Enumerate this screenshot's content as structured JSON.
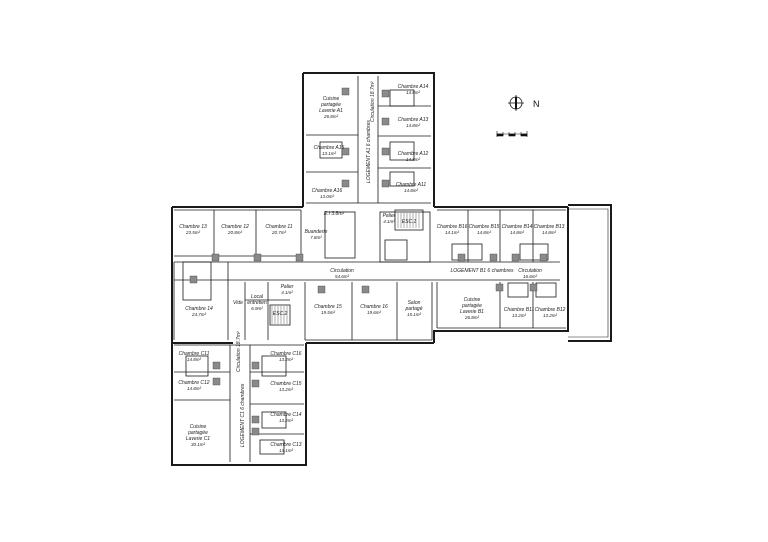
{
  "compass": {
    "label": "N"
  },
  "rooms": {
    "cuisine_a1": {
      "name_1": "Cuisine",
      "name_2": "partagée",
      "name_3": "Laverie A1",
      "area": "26.8m²"
    },
    "circ_a": {
      "name": "Circulation",
      "area": "18.7m²"
    },
    "logement_a1": {
      "name": "LOGEMENT A1 6 chambres"
    },
    "a14": {
      "name": "Chambre A14",
      "area": "14.8m²"
    },
    "a13": {
      "name": "Chambre A13",
      "area": "14.8m²"
    },
    "a15": {
      "name": "Chambre A15",
      "area": "13.1m²"
    },
    "a12": {
      "name": "Chambre A12",
      "area": "14.8m²"
    },
    "a16": {
      "name": "Chambre A16",
      "area": "13.0m²"
    },
    "a11": {
      "name": "Chambre A11",
      "area": "14.8m²"
    },
    "c13": {
      "name": "Chambre 13",
      "area": "23.5m²"
    },
    "c12": {
      "name": "Chambre 12",
      "area": "20.8m²"
    },
    "c11": {
      "name": "Chambre 11",
      "area": "20.7m²"
    },
    "buanderie": {
      "name": "Buanderie",
      "area": "7.8m²"
    },
    "el": {
      "name": "E.I",
      "area": "3.8m²"
    },
    "palier_n": {
      "name": "Palier",
      "area": "4.1m²"
    },
    "esc": {
      "name": "ESC.1"
    },
    "circ_main": {
      "name": "Circulation",
      "area": "54.6m²"
    },
    "palier_s": {
      "name": "Palier",
      "area": "4.1m²"
    },
    "local": {
      "name_1": "Local",
      "name_2": "entretien",
      "area": "6.9m²"
    },
    "esc2": {
      "name": "ESC.2"
    },
    "vide": {
      "name": "Vide"
    },
    "c14": {
      "name": "Chambre 14",
      "area": "24.7m²"
    },
    "c15": {
      "name": "Chambre 15",
      "area": "19.5m²"
    },
    "c16": {
      "name": "Chambre 16",
      "area": "19.6m²"
    },
    "salon": {
      "name_1": "Salon",
      "name_2": "partagé",
      "area": "15.1m²"
    },
    "b16": {
      "name": "Chambre B16",
      "area": "14.1m²"
    },
    "b15": {
      "name": "Chambre B15",
      "area": "14.8m²"
    },
    "b14": {
      "name": "Chambre B14",
      "area": "14.8m²"
    },
    "b13": {
      "name": "Chambre B13",
      "area": "14.8m²"
    },
    "logement_b1": {
      "name": "LOGEMENT B1 6 chambres"
    },
    "circ_b": {
      "name": "Circulation",
      "area": "16.6m²"
    },
    "cuisine_b1": {
      "name_1": "Cuisine",
      "name_2": "partagée",
      "name_3": "Laverie B1",
      "area": "26.8m²"
    },
    "b11": {
      "name": "Chambre B11",
      "area": "13.2m²"
    },
    "b12": {
      "name": "Chambre B12",
      "area": "13.2m²"
    },
    "c_c11": {
      "name": "Chambre C11",
      "area": "14.8m²"
    },
    "c_c12": {
      "name": "Chambre C12",
      "area": "14.8m²"
    },
    "c_c16": {
      "name": "Chambre C16",
      "area": "13.2m²"
    },
    "c_c15": {
      "name": "Chambre C15",
      "area": "13.2m²"
    },
    "circ_c": {
      "name": "Circulation",
      "area": "18.7m²"
    },
    "logement_c1": {
      "name": "LOGEMENT C1 6 chambres"
    },
    "cuisine_c1": {
      "name_1": "Cuisine",
      "name_2": "partagée",
      "name_3": "Laverie C1",
      "area": "30.1m²"
    },
    "c_c14": {
      "name": "Chambre C14",
      "area": "13.2m²"
    },
    "c_c13": {
      "name": "Chambre C13",
      "area": "13.1m²"
    }
  }
}
